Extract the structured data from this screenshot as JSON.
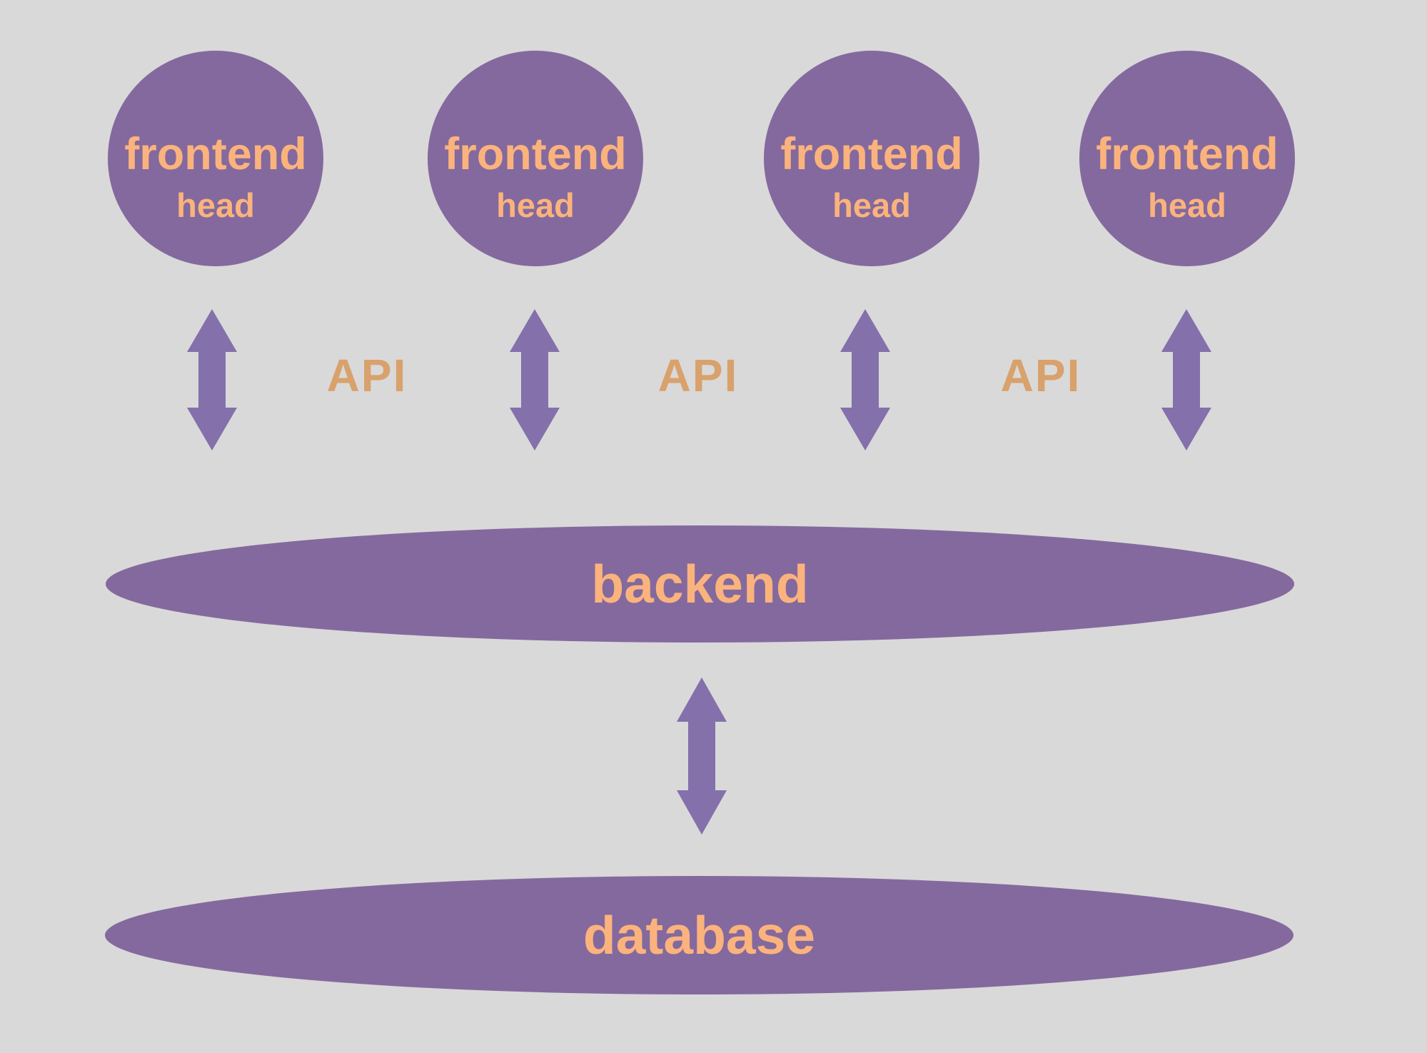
{
  "palette": {
    "background": "#D9D9D9",
    "shape": "#84699E",
    "arrow": "#8470AB",
    "node_label": "#FBB37D",
    "api_label": "#D9A16B"
  },
  "frontend_nodes": [
    {
      "title": "frontend",
      "subtitle": "head"
    },
    {
      "title": "frontend",
      "subtitle": "head"
    },
    {
      "title": "frontend",
      "subtitle": "head"
    },
    {
      "title": "frontend",
      "subtitle": "head"
    }
  ],
  "api_labels": [
    {
      "text": "API"
    },
    {
      "text": "API"
    },
    {
      "text": "API"
    }
  ],
  "backend": {
    "label": "backend"
  },
  "database": {
    "label": "database"
  }
}
